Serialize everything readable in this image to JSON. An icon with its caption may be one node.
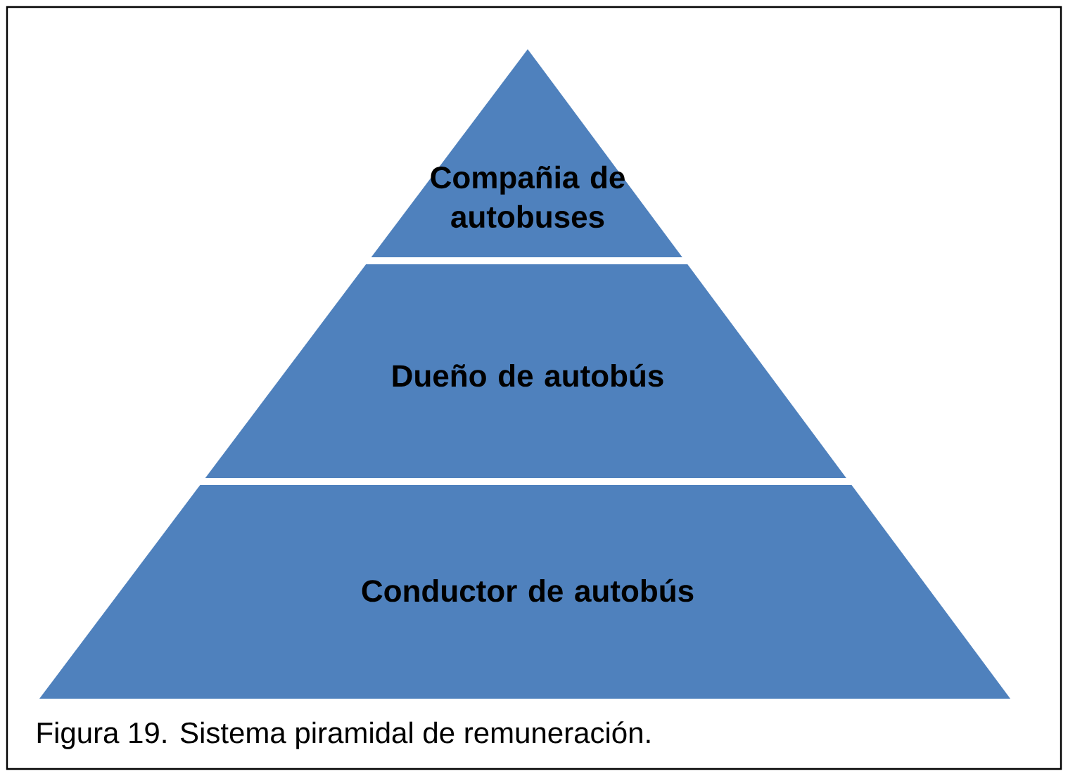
{
  "diagram": {
    "caption": "Figura 19. Sistema piramidal de remuneración.",
    "nodes": [
      {
        "text": [
          "Compañia de autobuses"
        ]
      },
      {
        "text": [
          "Dueño de autobús"
        ]
      },
      {
        "text": [
          "Conductor de autobús"
        ]
      }
    ]
  }
}
